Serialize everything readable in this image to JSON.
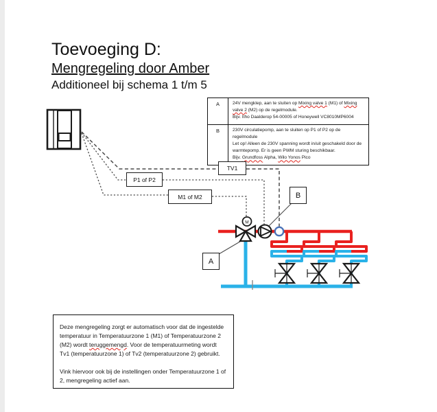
{
  "page": {
    "title": "Toevoeging D:",
    "subtitle": "Mengregeling door Amber",
    "subtitle2": "Additioneel bij schema 1 t/m 5"
  },
  "legend": {
    "row_a": {
      "key": "A",
      "p1_seg1": "24V mengklep, aan te sluiten op ",
      "p1_seg2": "Mixing valve 1",
      "p1_seg3": " (M1) of ",
      "p1_seg4": "Mixing valve 2",
      "p1_seg5": " (M2) op de regelmodule.",
      "p2": "Bijv. Itho Daalderop 54-00005 of Honeywell VC8010MP6004"
    },
    "row_b": {
      "key": "B",
      "p1": "230V circulatiepomp, aan te sluiten op P1 of P2 op de regelmodule",
      "p2": "Let op! Alleen de 230V spanning wordt in/uit geschakeld door de warmtepomp. Er is geen PWM sturing beschikbaar.",
      "p3_seg1": "Bijv. ",
      "p3_seg2": "Grundfoss",
      "p3_seg3": " Alpha, ",
      "p3_seg4": "Wilo Yonos",
      "p3_seg5": " Pico"
    }
  },
  "diagram": {
    "labels": {
      "tv1": "TV1",
      "pump": "P1 of P2",
      "mixer": "M1 of M2",
      "a": "A",
      "b": "B",
      "motor": "M"
    }
  },
  "note": {
    "p1_seg1": "Deze mengregeling zorgt er automatisch voor dat de ingestelde temperatuur in Temperatuurzone 1 (M1) of Temperatuurzone 2 (M2) wordt ",
    "p1_seg2": "teruggemengd",
    "p1_seg3": ". Voor de temperatuurmeting wordt Tv1 (temperatuurzone 1) of Tv2 (temperatuurzone 2) gebruikt.",
    "p2": "Vink hiervoor ook bij de instellingen onder Temperatuurzone 1 of 2, mengregeling actief aan."
  },
  "colors": {
    "pipe_hot": "#e9211f",
    "pipe_cold": "#2ab2e8",
    "sensor_ring": "#4a72b8",
    "squiggle": "#e0271f",
    "line_black": "#1b1b1b",
    "dash_gray": "#4a4a4a"
  }
}
